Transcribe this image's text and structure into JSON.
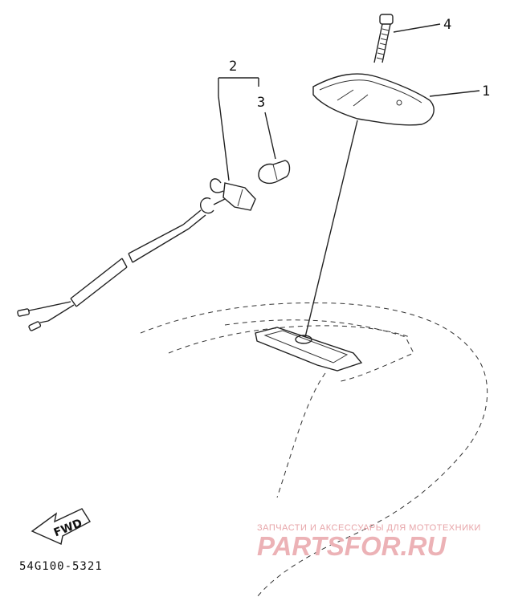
{
  "callouts": {
    "part1": "1",
    "part2": "2",
    "part3": "3",
    "part4": "4"
  },
  "part_code": "54G100-5321",
  "fwd_label": "FWD",
  "watermark": {
    "tagline": "ЗАПЧАСТИ И АКСЕССУАРЫ ДЛЯ МОТОТЕХНИКИ",
    "brand_left": "PARTS",
    "brand_right": "FOR.RU",
    "color": "#e7a4a8"
  }
}
